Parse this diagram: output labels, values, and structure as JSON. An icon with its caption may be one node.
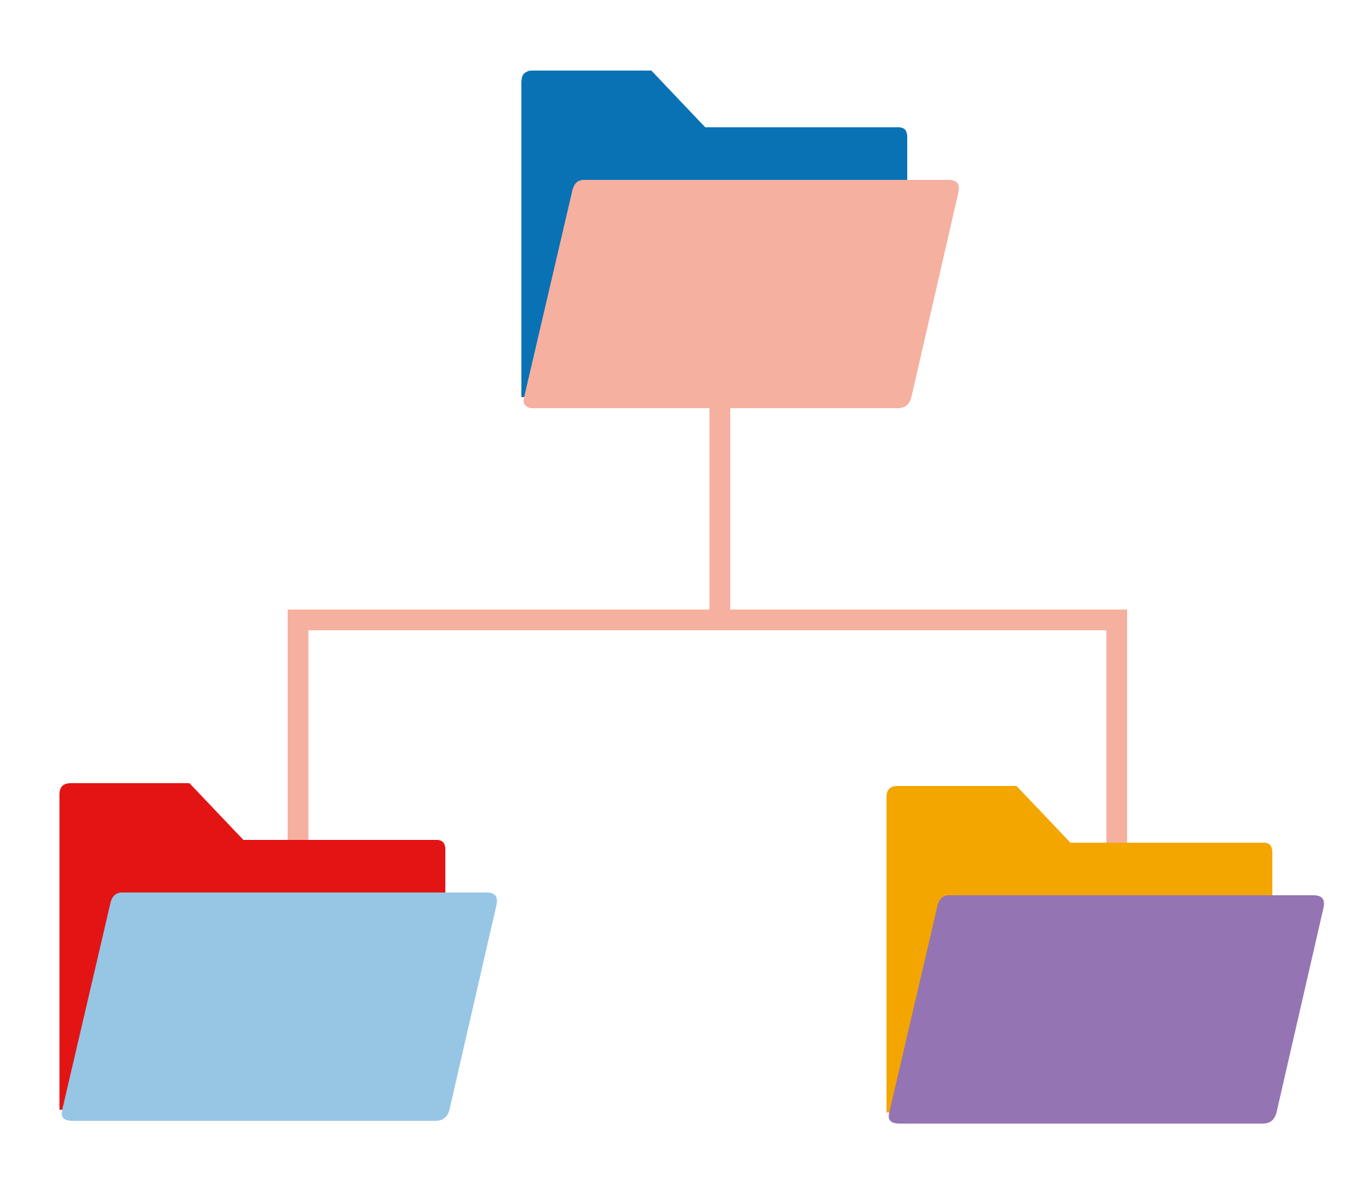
{
  "diagram": {
    "nodes": [
      {
        "text": [],
        "shape": "folder"
      },
      {
        "text": [],
        "shape": "folder"
      },
      {
        "text": [],
        "shape": "folder"
      }
    ],
    "edges": [
      {
        "from": 0,
        "to": 1,
        "arrow": "none"
      },
      {
        "from": 0,
        "to": 2,
        "arrow": "none"
      }
    ]
  }
}
